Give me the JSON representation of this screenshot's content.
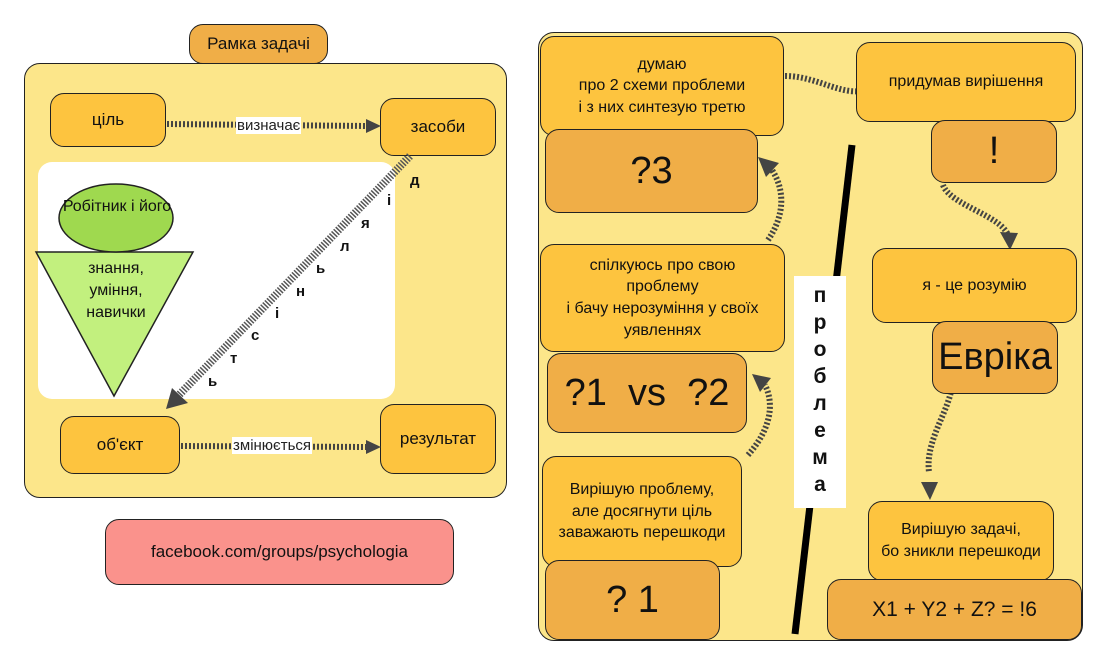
{
  "left_panel": {
    "title": "Рамка задачі",
    "nodes": {
      "goal": "ціль",
      "means": "засоби",
      "object": "об'єкт",
      "result": "результат",
      "worker": "Робітник і його",
      "skills": "знання, уміння, навички"
    },
    "edges": {
      "goal_to_means": "визначає",
      "object_to_result": "змінюється",
      "means_to_object": [
        "д",
        "і",
        "я",
        "л",
        "ь",
        "н",
        "і",
        "с",
        "т",
        "ь"
      ]
    }
  },
  "footer_link": "facebook.com/groups/psychologia",
  "right_panel": {
    "steps": {
      "think": [
        "думаю",
        "про 2 схеми проблеми",
        "і з них синтезую третю"
      ],
      "q3": "?3",
      "communicate": [
        "спілкуюсь про свою",
        "проблему",
        "і бачу нерозуміння у своїх",
        "уявленнях"
      ],
      "q1vs2": "?1  vs  ?2",
      "solving_problem": [
        "Вирішую проблему,",
        "але досягнути ціль",
        "заважають перешкоди"
      ],
      "q1": "? 1",
      "invented": "придумав вирішення",
      "exclamation": "!",
      "understand": "я - це розумію",
      "eureka": "Евріка",
      "solving_task": [
        "Вирішую задачі,",
        "бо зникли перешкоди"
      ],
      "formula": "X1 + Y2 + Z? = !6"
    },
    "divider_label": [
      "п",
      "р",
      "о",
      "б",
      "л",
      "е",
      "м",
      "а"
    ]
  },
  "colors": {
    "panel": "#fce68a",
    "node_yellow": "#fdc43f",
    "node_orange": "#f0ae47",
    "ellipse_green": "#9fd94f",
    "triangle_green": "#c2f07e",
    "link_pink": "#fa928c",
    "arrow": "#444444"
  }
}
